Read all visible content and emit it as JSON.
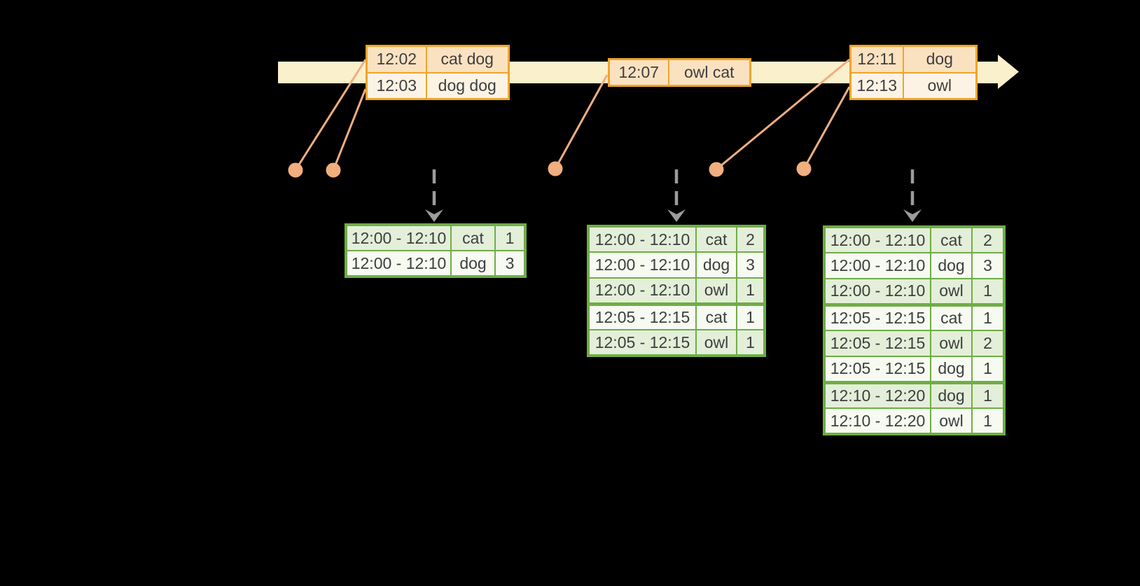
{
  "colors": {
    "background": "#000000",
    "timeline_band": "#FBF0CC",
    "event_table_border": "#F1A42B",
    "event_row_dark_fill": "#FAE2C1",
    "event_row_light_fill": "#FDF3E4",
    "connector_and_dots": "#F1AE7E",
    "trigger_arrow": "#9C9C9C",
    "result_table_border": "#6FAD46",
    "result_row_green_fill": "#E3EFD9",
    "result_row_white_fill": "#F6FAF1",
    "text": "#3E3E3E"
  },
  "event_tables": [
    {
      "rows": [
        {
          "time": "12:02",
          "words": "cat dog"
        },
        {
          "time": "12:03",
          "words": "dog dog"
        }
      ]
    },
    {
      "rows": [
        {
          "time": "12:07",
          "words": "owl cat"
        }
      ]
    },
    {
      "rows": [
        {
          "time": "12:11",
          "words": "dog"
        },
        {
          "time": "12:13",
          "words": "owl"
        }
      ]
    }
  ],
  "result_tables": [
    {
      "rows": [
        {
          "window": "12:00 - 12:10",
          "word": "cat",
          "count": "1"
        },
        {
          "window": "12:00 - 12:10",
          "word": "dog",
          "count": "3"
        }
      ]
    },
    {
      "rows": [
        {
          "window": "12:00 - 12:10",
          "word": "cat",
          "count": "2"
        },
        {
          "window": "12:00 - 12:10",
          "word": "dog",
          "count": "3"
        },
        {
          "window": "12:00 - 12:10",
          "word": "owl",
          "count": "1"
        },
        {
          "window": "12:05 - 12:15",
          "word": "cat",
          "count": "1"
        },
        {
          "window": "12:05 - 12:15",
          "word": "owl",
          "count": "1"
        }
      ]
    },
    {
      "rows": [
        {
          "window": "12:00 - 12:10",
          "word": "cat",
          "count": "2"
        },
        {
          "window": "12:00 - 12:10",
          "word": "dog",
          "count": "3"
        },
        {
          "window": "12:00 - 12:10",
          "word": "owl",
          "count": "1"
        },
        {
          "window": "12:05 - 12:15",
          "word": "cat",
          "count": "1"
        },
        {
          "window": "12:05 - 12:15",
          "word": "owl",
          "count": "2"
        },
        {
          "window": "12:05 - 12:15",
          "word": "dog",
          "count": "1"
        },
        {
          "window": "12:10 - 12:20",
          "word": "dog",
          "count": "1"
        },
        {
          "window": "12:10 - 12:20",
          "word": "owl",
          "count": "1"
        }
      ]
    }
  ]
}
